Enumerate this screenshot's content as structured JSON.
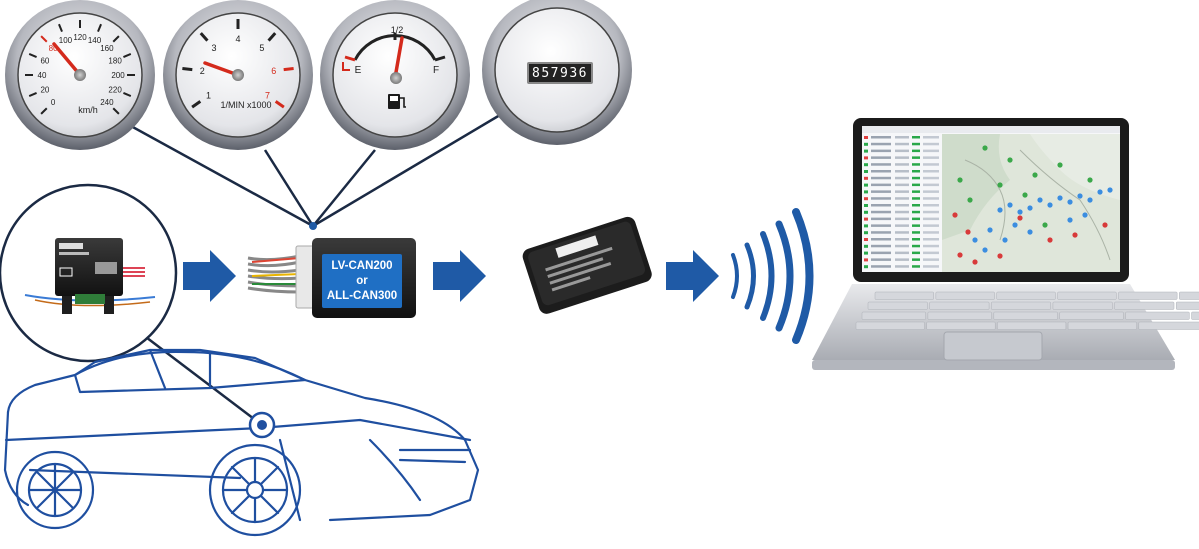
{
  "gauges": {
    "speedometer": {
      "ticks": [
        "0",
        "20",
        "40",
        "60",
        "80",
        "100",
        "120",
        "140",
        "160",
        "180",
        "200",
        "220",
        "240"
      ],
      "unit": "km/h"
    },
    "tachometer": {
      "ticks": [
        "1",
        "2",
        "3",
        "4",
        "5",
        "6",
        "7"
      ],
      "unit": "1/MIN x1000"
    },
    "fuel": {
      "empty": "E",
      "half": "1/2",
      "full": "F",
      "icon": "fuel-pump-icon"
    },
    "odometer": {
      "reading": "857936"
    }
  },
  "can_adapter": {
    "line1": "LV-CAN200",
    "line2": "or",
    "line3": "ALL-CAN300"
  },
  "colors": {
    "flow_blue": "#1f5aa6",
    "adapter_label_bg": "#1f6fc4",
    "needle_red": "#d42a1c",
    "car_line": "#1f4fa0"
  },
  "icons": [
    "arrow-right-icon",
    "wireless-signal-icon",
    "laptop-icon",
    "gps-tracker-icon",
    "simple-can-reader-icon",
    "car-icon"
  ]
}
